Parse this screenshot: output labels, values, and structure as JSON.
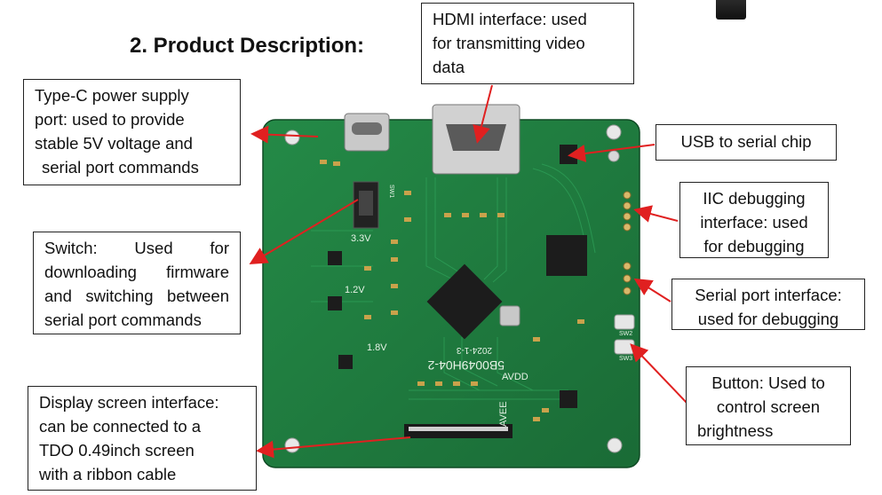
{
  "heading": "2. Product Description:",
  "callouts": {
    "hdmi": [
      "HDMI interface: used",
      "for transmitting video",
      "data"
    ],
    "typec": [
      "Type-C power supply",
      "port: used to provide",
      "stable 5V voltage and",
      "serial port commands"
    ],
    "usb": [
      "USB to serial chip"
    ],
    "iic": [
      "IIC debugging",
      "interface: used",
      "for debugging"
    ],
    "switch": [
      "Switch: Used for",
      "downloading firmware",
      "and switching between",
      "serial port commands"
    ],
    "serial": [
      "Serial port interface:",
      "used for debugging"
    ],
    "button": [
      "Button: Used to",
      "control screen",
      "brightness"
    ],
    "display": [
      "Display screen interface:",
      "can be connected to a",
      "TDO 0.49inch screen",
      "with a ribbon cable"
    ]
  },
  "board_silkscreen": {
    "model": "5B0049H04-2",
    "date": "2024-1-3",
    "avdd": "AVDD",
    "rail_33": "3.3V",
    "rail_12": "1.2V",
    "rail_18": "1.8V",
    "sw1": "SW1",
    "sw2": "SW2",
    "sw3": "SW3",
    "brand": "AVEE"
  },
  "colors": {
    "pcb": "#1f7a3e",
    "pcb_dark": "#15602f",
    "arrow": "#e02020",
    "border": "#222222"
  }
}
